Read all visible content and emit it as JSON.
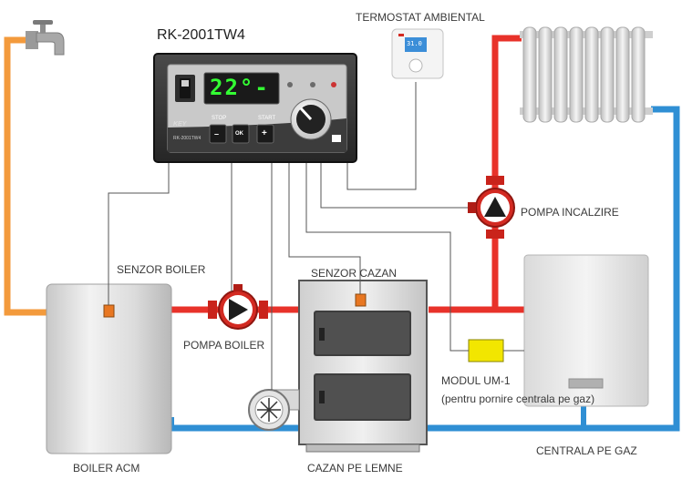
{
  "controller": {
    "model": "RK-2001TW4",
    "display": "22°-",
    "stop_label": "STOP",
    "start_label": "START",
    "minus_label": "–",
    "ok_label": "OK",
    "plus_label": "+",
    "brand": "KEY",
    "panel_model": "RK-2001TW4"
  },
  "thermostat": {
    "label": "TERMOSTAT AMBIENTAL",
    "reading": "31.0"
  },
  "labels": {
    "pompa_incalzire": "POMPA INCALZIRE",
    "senzor_boiler": "SENZOR BOILER",
    "senzor_cazan": "SENZOR CAZAN",
    "pompa_boiler": "POMPA BOILER",
    "modul_um1": "MODUL UM-1",
    "modul_um1_note": "(pentru pornire centrala pe gaz)",
    "boiler_acm": "BOILER ACM",
    "cazan_pe_lemne": "CAZAN PE LEMNE",
    "centrala_pe_gaz": "CENTRALA PE GAZ"
  },
  "colors": {
    "hot_pipe": "#e8322a",
    "cold_pipe": "#2f8fd4",
    "warm_pipe": "#f39a3c",
    "sensor": "#e87722",
    "module": "#f2e600"
  }
}
